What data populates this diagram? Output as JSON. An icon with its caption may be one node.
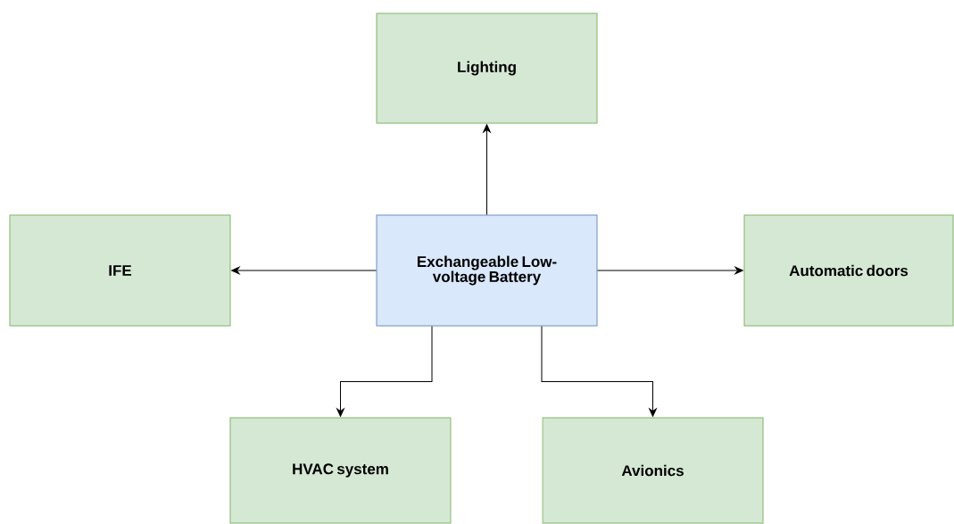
{
  "diagram": {
    "nodes": [
      {
        "text": [
          "Exchangeable Low-voltage Battery"
        ]
      },
      {
        "text": [
          "Lighting"
        ]
      },
      {
        "text": [
          "IFE"
        ]
      },
      {
        "text": [
          "Automatic doors"
        ]
      },
      {
        "text": [
          "HVAC system"
        ]
      },
      {
        "text": [
          "Avionics"
        ]
      }
    ],
    "edges": [
      {
        "from": 0,
        "to": 1,
        "arrow": "to"
      },
      {
        "from": 0,
        "to": 2,
        "arrow": "to"
      },
      {
        "from": 0,
        "to": 3,
        "arrow": "to"
      },
      {
        "from": 0,
        "to": 4,
        "arrow": "to"
      },
      {
        "from": 0,
        "to": 5,
        "arrow": "to"
      }
    ]
  }
}
